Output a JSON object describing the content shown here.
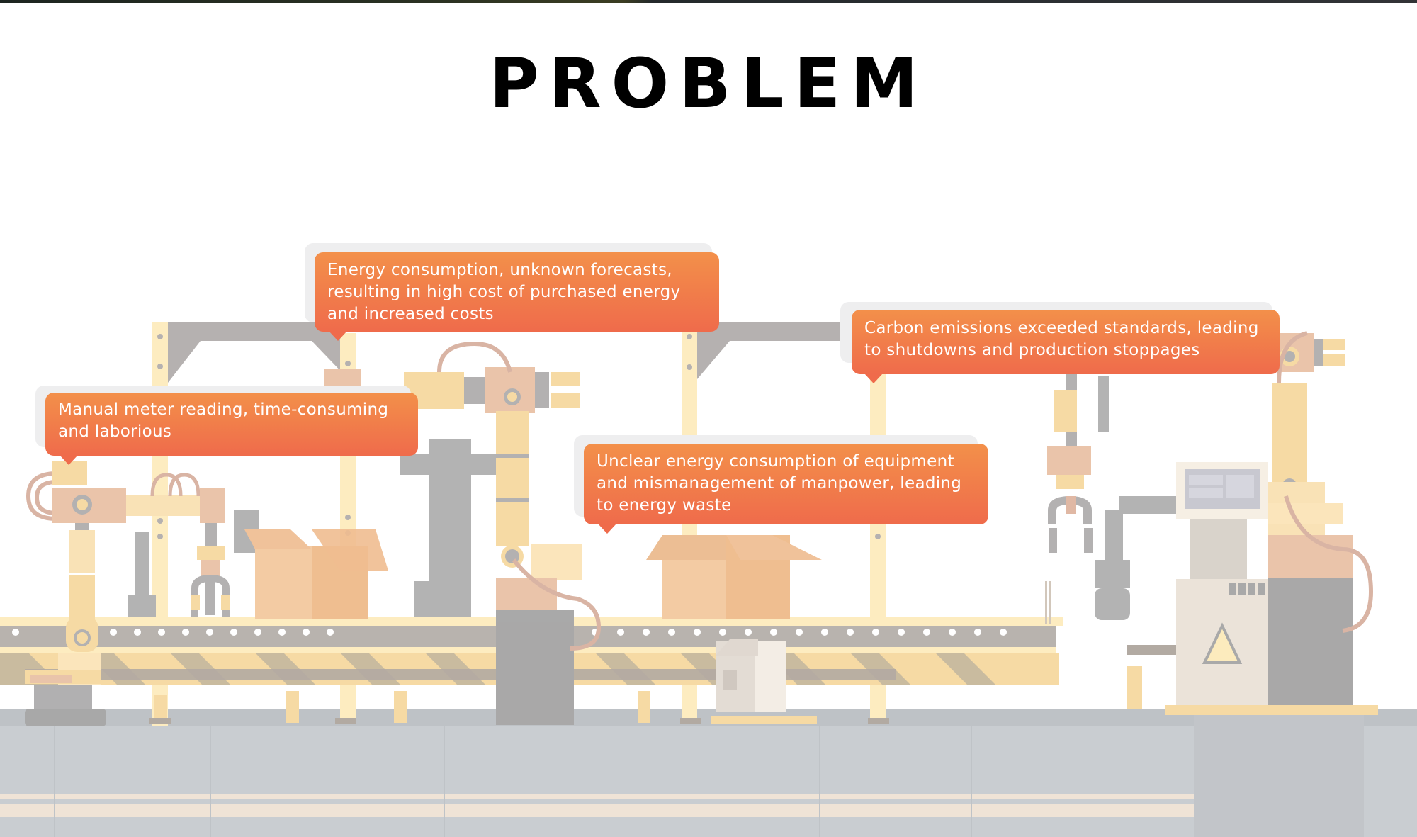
{
  "page": {
    "title": "PROBLEM"
  },
  "callouts": [
    {
      "id": "energy-forecast",
      "text": "Energy consumption, unknown forecasts, resulting in high cost of purchased energy and increased costs"
    },
    {
      "id": "manual-meter",
      "text": "Manual meter reading, time-consuming and laborious"
    },
    {
      "id": "unclear-consumption",
      "text": "Unclear energy consumption of equipment and mismanagement of manpower, leading to energy waste"
    },
    {
      "id": "carbon-emissions",
      "text": "Carbon emissions exceeded standards, leading to shutdowns and production stoppages"
    }
  ],
  "illustration": {
    "subject": "factory-assembly-line",
    "icons": [
      "robot-arm-icon",
      "conveyor-belt-icon",
      "cardboard-box-icon",
      "control-panel-icon",
      "warning-triangle-icon",
      "gripper-claw-icon"
    ]
  },
  "colors": {
    "callout_top": "#f3904a",
    "callout_bottom": "#ef6b4b",
    "beam_yellow": "#fdecc0",
    "machine_gray": "#b3b1b1",
    "floor_gray": "#c8ccd0",
    "box_tan": "#f3c9a0"
  }
}
